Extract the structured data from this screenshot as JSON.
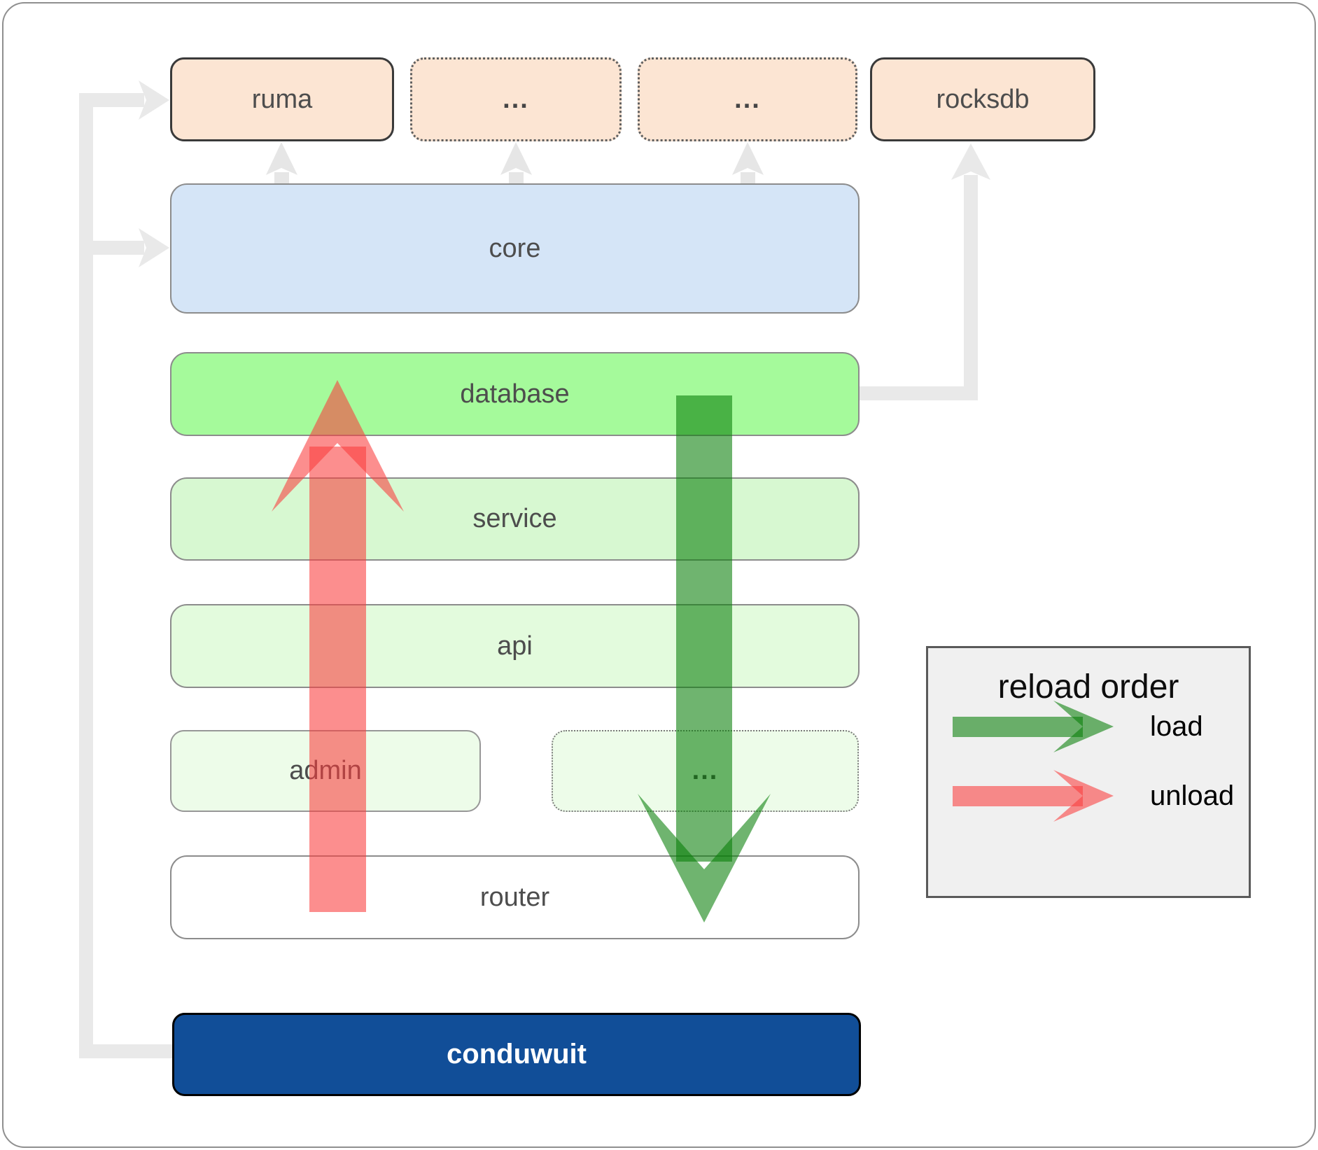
{
  "boxes": {
    "ruma": "ruma",
    "dots_top_1": "...",
    "dots_top_2": "...",
    "rocksdb": "rocksdb",
    "core": "core",
    "database": "database",
    "service": "service",
    "api": "api",
    "admin": "admin",
    "dots_admin": "...",
    "router": "router",
    "conduwuit": "conduwuit"
  },
  "legend": {
    "title": "reload order",
    "load_label": "load",
    "unload_label": "unload"
  },
  "colors": {
    "load_green": "#077d07",
    "unload_red": "#fa3c3c",
    "connector_gray": "#e9e9e9",
    "small_arrow_gray": "#e6e6e6",
    "conduwuit_blue": "#114e98",
    "peach": "#fce5d3",
    "core_blue": "#d5e5f7",
    "database_green": "#a5fa9b",
    "service_green": "#d7f8d1",
    "api_green": "#e3fbdd",
    "admin_green": "#edfce9",
    "label_gray": "#4d4d4d"
  }
}
